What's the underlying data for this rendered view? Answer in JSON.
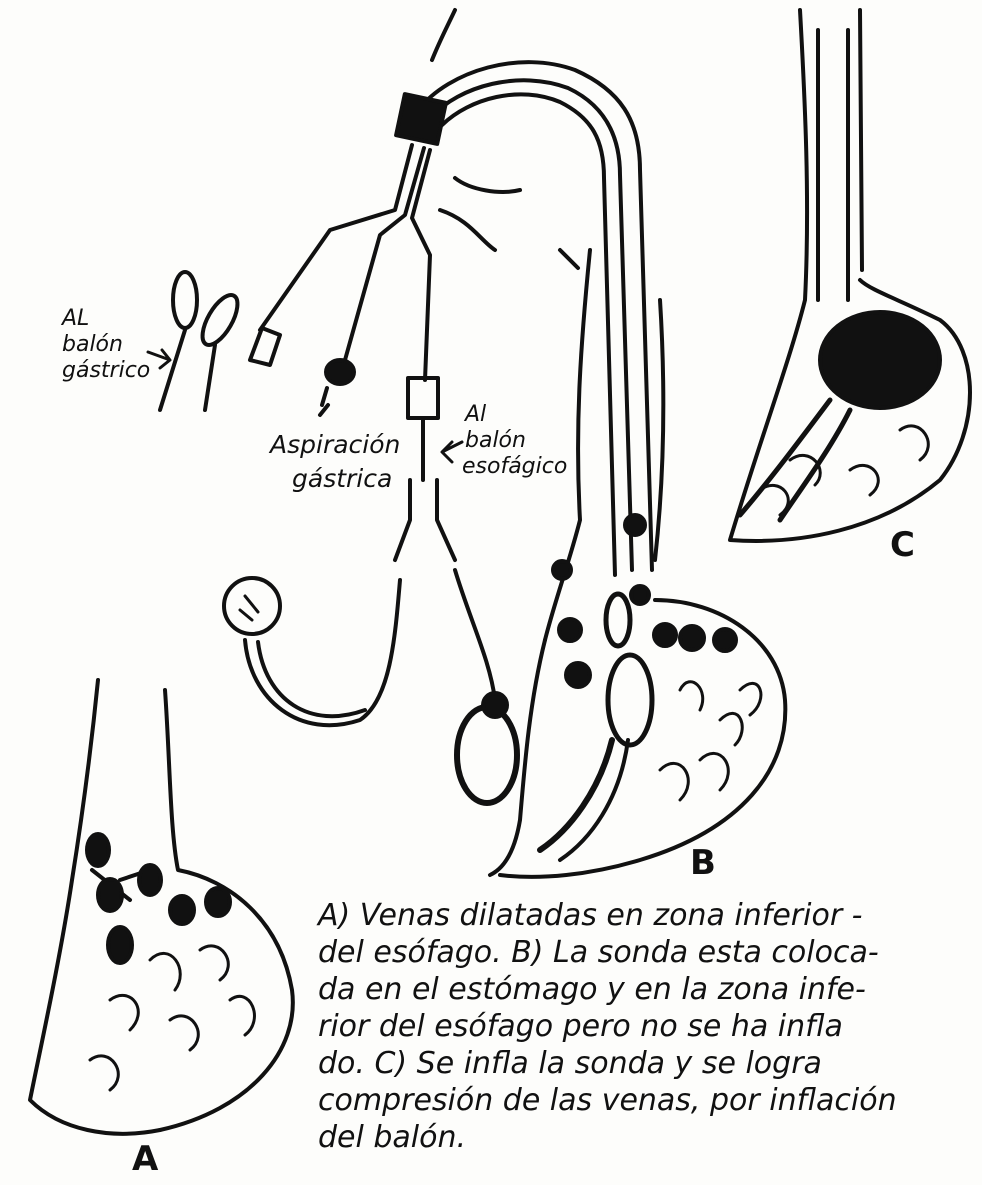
{
  "labels": {
    "gastric_balloon": [
      "AL",
      "balón",
      "gástrico"
    ],
    "aspiration": [
      "Aspiración",
      "gástrica"
    ],
    "esophageal_balloon": [
      "Al",
      "balón",
      "esofágico"
    ],
    "panel_a": "A",
    "panel_b": "B",
    "panel_c": "C"
  },
  "caption_lines": [
    "A) Venas dilatadas en zona inferior -",
    "del esófago. B) La sonda esta coloca-",
    "da en el estómago y en la zona infe-",
    "rior del esófago pero no se ha infla",
    "do. C) Se infla la sonda y se logra",
    "compresión de las venas, por inflación",
    "del balón."
  ]
}
